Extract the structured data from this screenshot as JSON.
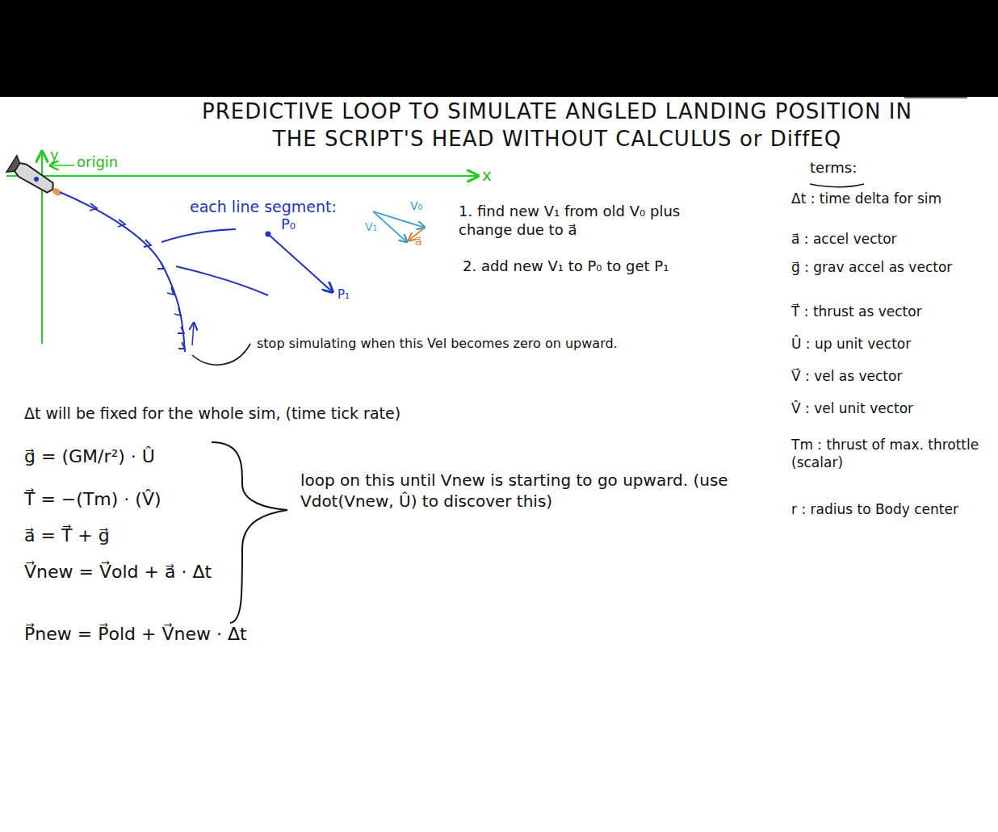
{
  "diagram": {
    "title": "PREDICTIVE LOOP TO SIMULATE ANGLED LANDING POSITION IN THE SCRIPT'S HEAD WITHOUT CALCULUS or DiffEQ",
    "labels": [
      "y",
      "origin",
      "x",
      "each line segment:",
      "P₀",
      "P₁",
      "V₀",
      "V₁",
      "a⃗",
      "1. find new V₁ from old V₀ plus change due to a⃗",
      "2. add new V₁ to P₀ to get P₁",
      "stop simulating when this Vel becomes zero on upward.",
      "Δt will be fixed for the whole sim, (time tick rate)",
      "g⃗ = (GM/r²) · Û",
      "T⃗ = −(Tm) · (V̂)",
      "a⃗ = T⃗ + g⃗",
      "V⃗new = V⃗old + a⃗ · Δt",
      "P⃗new = P⃗old + V⃗new · Δt",
      "loop on this until Vnew is starting to go upward. (use Vdot(Vnew, Û) to discover this)",
      "terms:",
      "Δt : time delta for sim",
      "a⃗ : accel vector",
      "g⃗ : grav accel as vector",
      "T⃗ : thrust as vector",
      "Û : up unit vector",
      "V⃗ : vel as vector",
      "V̂ : vel unit vector",
      "Tm : thrust of max. throttle (scalar)",
      "r : radius to Body center"
    ]
  }
}
